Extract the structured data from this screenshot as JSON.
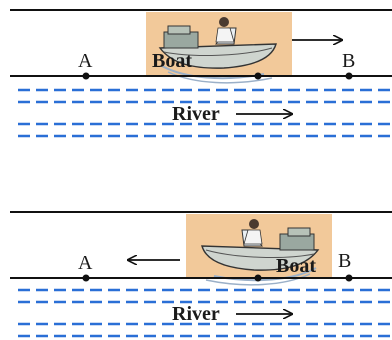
{
  "panel_top": {
    "point_a": "A",
    "point_b": "B",
    "boat_label": "Boat",
    "river_label": "River"
  },
  "panel_bottom": {
    "point_a": "A",
    "point_b": "B",
    "boat_label": "Boat",
    "river_label": "River"
  },
  "colors": {
    "water": "#2a6fd6",
    "line": "#111111",
    "boat_highlight": "#f2c99a"
  }
}
